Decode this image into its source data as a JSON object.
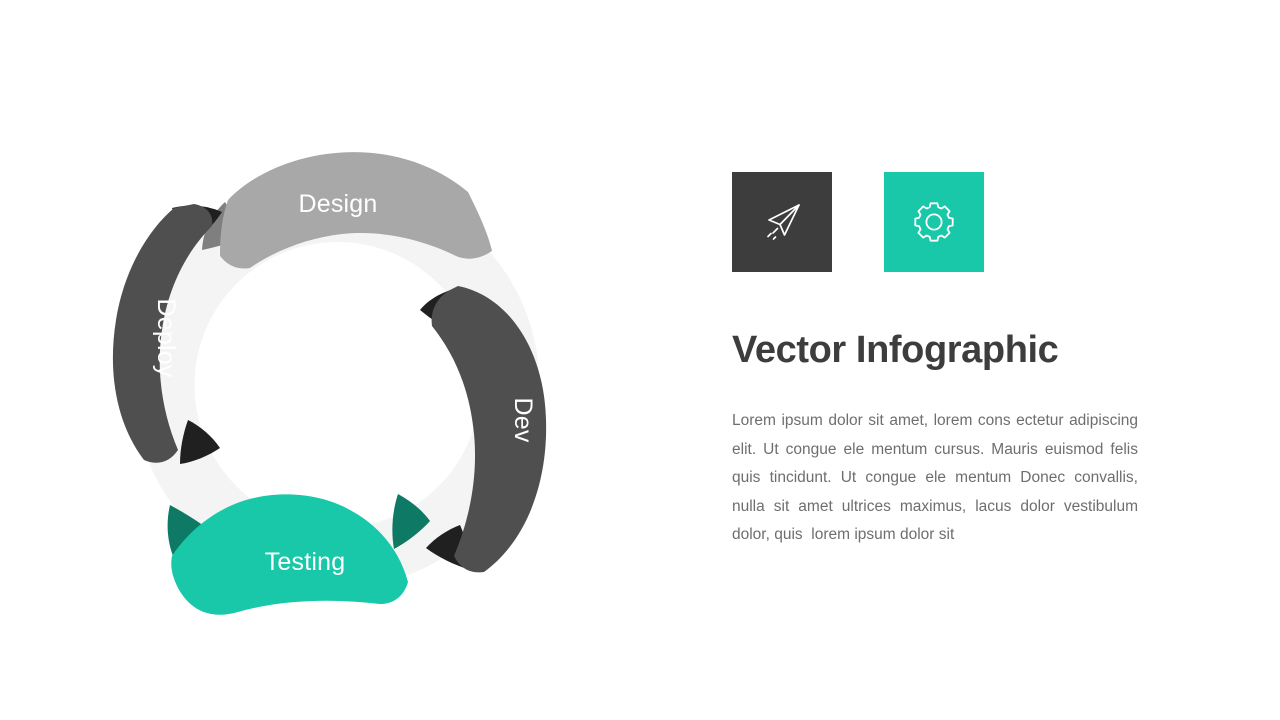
{
  "colors": {
    "design_gray": "#a8a8a8",
    "design_fold": "#7f7f7f",
    "dark_gray": "#4f4f4f",
    "dark_fold": "#202020",
    "teal": "#19c8a8",
    "teal_fold": "#0e7a66",
    "ring_bg": "#f4f4f4",
    "title_color": "#3d3d3d",
    "body_color": "#6e6e6e",
    "tile_dark": "#3d3d3d",
    "label_color": "#ffffff",
    "page_bg": "#ffffff"
  },
  "diagram": {
    "name": "circular-cycle-diagram",
    "segments": [
      {
        "id": "design",
        "label": "Design",
        "color": "#a8a8a8",
        "fold": "#7f7f7f",
        "orientation": "horizontal"
      },
      {
        "id": "dev",
        "label": "Dev",
        "color": "#4f4f4f",
        "fold": "#202020",
        "orientation": "vertical"
      },
      {
        "id": "testing",
        "label": "Testing",
        "color": "#19c8a8",
        "fold": "#0e7a66",
        "orientation": "horizontal"
      },
      {
        "id": "deploy",
        "label": "Deploy",
        "color": "#4f4f4f",
        "fold": "#202020",
        "orientation": "vertical"
      }
    ]
  },
  "panel": {
    "icons": [
      {
        "id": "send",
        "name": "paper-plane-icon",
        "tile_color": "#3d3d3d",
        "glyph_color": "#ffffff"
      },
      {
        "id": "settings",
        "name": "gear-icon",
        "tile_color": "#19c8a8",
        "glyph_color": "#ffffff"
      }
    ],
    "title": "Vector Infographic",
    "body": "Lorem ipsum dolor sit amet, lorem cons ectetur adipiscing elit. Ut congue ele mentum cursus. Mauris euismod felis quis tincidunt. Ut congue ele mentum Donec convallis, nulla sit amet ultrices maximus, lacus dolor vestibulum dolor, quis  lorem ipsum dolor sit"
  }
}
